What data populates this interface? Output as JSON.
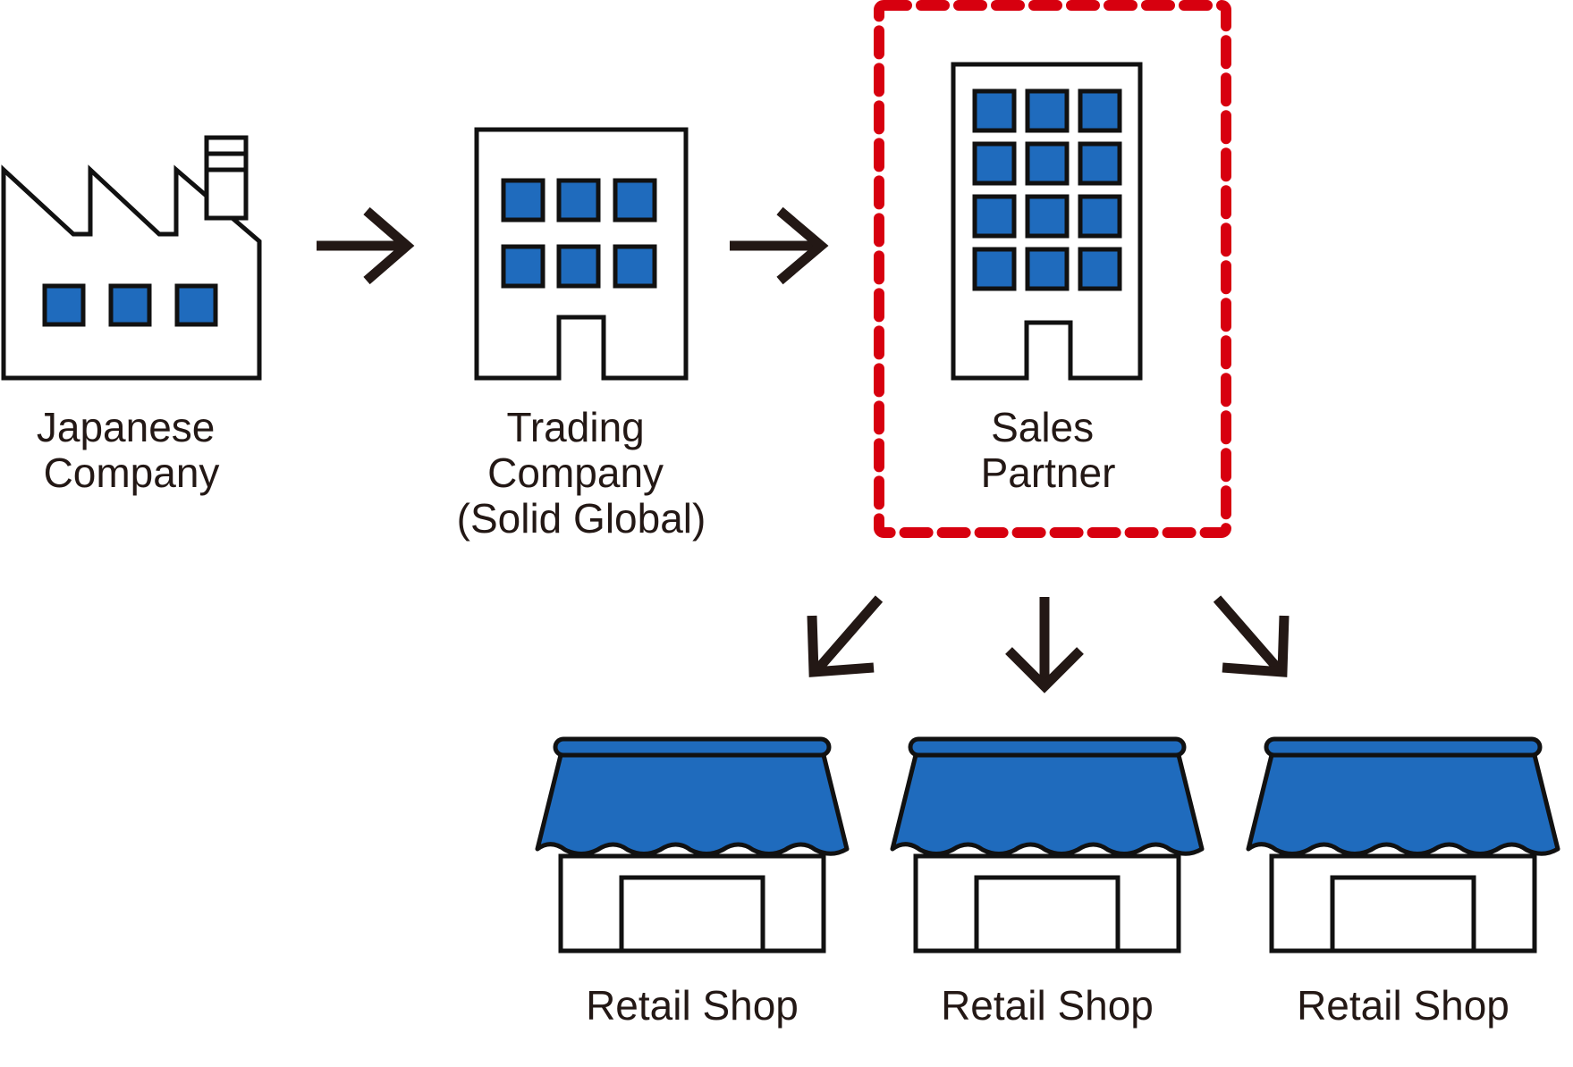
{
  "nodes": {
    "japanese_company": {
      "line1": "Japanese",
      "line2": "Company"
    },
    "trading_company": {
      "line1": "Trading",
      "line2": "Company",
      "line3": "(Solid Global)"
    },
    "sales_partner": {
      "line1": "Sales",
      "line2": "Partner"
    },
    "retail_shops": [
      "Retail Shop",
      "Retail Shop",
      "Retail Shop"
    ]
  },
  "colors": {
    "accent_blue": "#1f6bbd",
    "highlight_red": "#d7000f",
    "ink": "#231815"
  },
  "icons": [
    "factory-icon",
    "office-building-icon",
    "tall-office-building-icon",
    "storefront-icon"
  ]
}
